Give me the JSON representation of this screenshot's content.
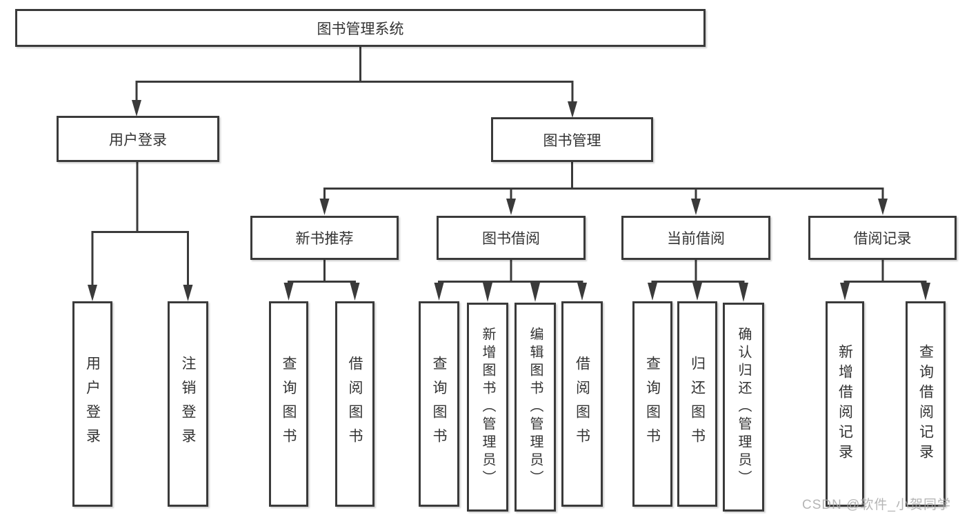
{
  "diagram": {
    "root": {
      "label": "图书管理系统"
    },
    "level2": [
      {
        "label": "用户登录"
      },
      {
        "label": "图书管理"
      }
    ],
    "level3": [
      {
        "label": "新书推荐"
      },
      {
        "label": "图书借阅"
      },
      {
        "label": "当前借阅"
      },
      {
        "label": "借阅记录"
      }
    ],
    "leaves": [
      {
        "label": "用户登录"
      },
      {
        "label": "注销登录"
      },
      {
        "label": "查询图书"
      },
      {
        "label": "借阅图书"
      },
      {
        "label": "查询图书"
      },
      {
        "label": "新增图书（管理员）"
      },
      {
        "label": "编辑图书（管理员）"
      },
      {
        "label": "借阅图书"
      },
      {
        "label": "查询图书"
      },
      {
        "label": "归还图书"
      },
      {
        "label": "确认归还（管理员）"
      },
      {
        "label": "新增借阅记录"
      },
      {
        "label": "查询借阅记录"
      }
    ]
  },
  "watermark": {
    "text": "CSDN @软件_小贺同学"
  },
  "colors": {
    "line": "#3a3a3a",
    "border": "#3a3a3a",
    "text": "#333333",
    "watermark": "#a9a9a9",
    "background": "#ffffff"
  }
}
